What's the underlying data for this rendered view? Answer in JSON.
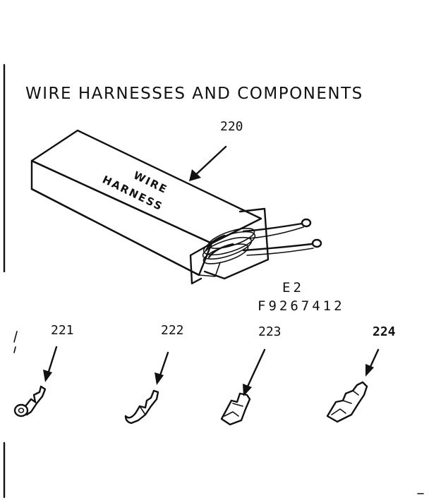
{
  "title": "WIRE HARNESSES AND COMPONENTS",
  "box_label_line1": "WIRE",
  "box_label_line2": "HARNESS",
  "model": {
    "line1": "E2",
    "line2": "F9267412"
  },
  "parts": [
    {
      "number": "220",
      "part": "wire-harness-box"
    },
    {
      "number": "221",
      "part": "ring-terminal"
    },
    {
      "number": "222",
      "part": "hook-terminal"
    },
    {
      "number": "223",
      "part": "flat-terminal"
    },
    {
      "number": "224",
      "part": "angled-flat-terminal"
    }
  ]
}
